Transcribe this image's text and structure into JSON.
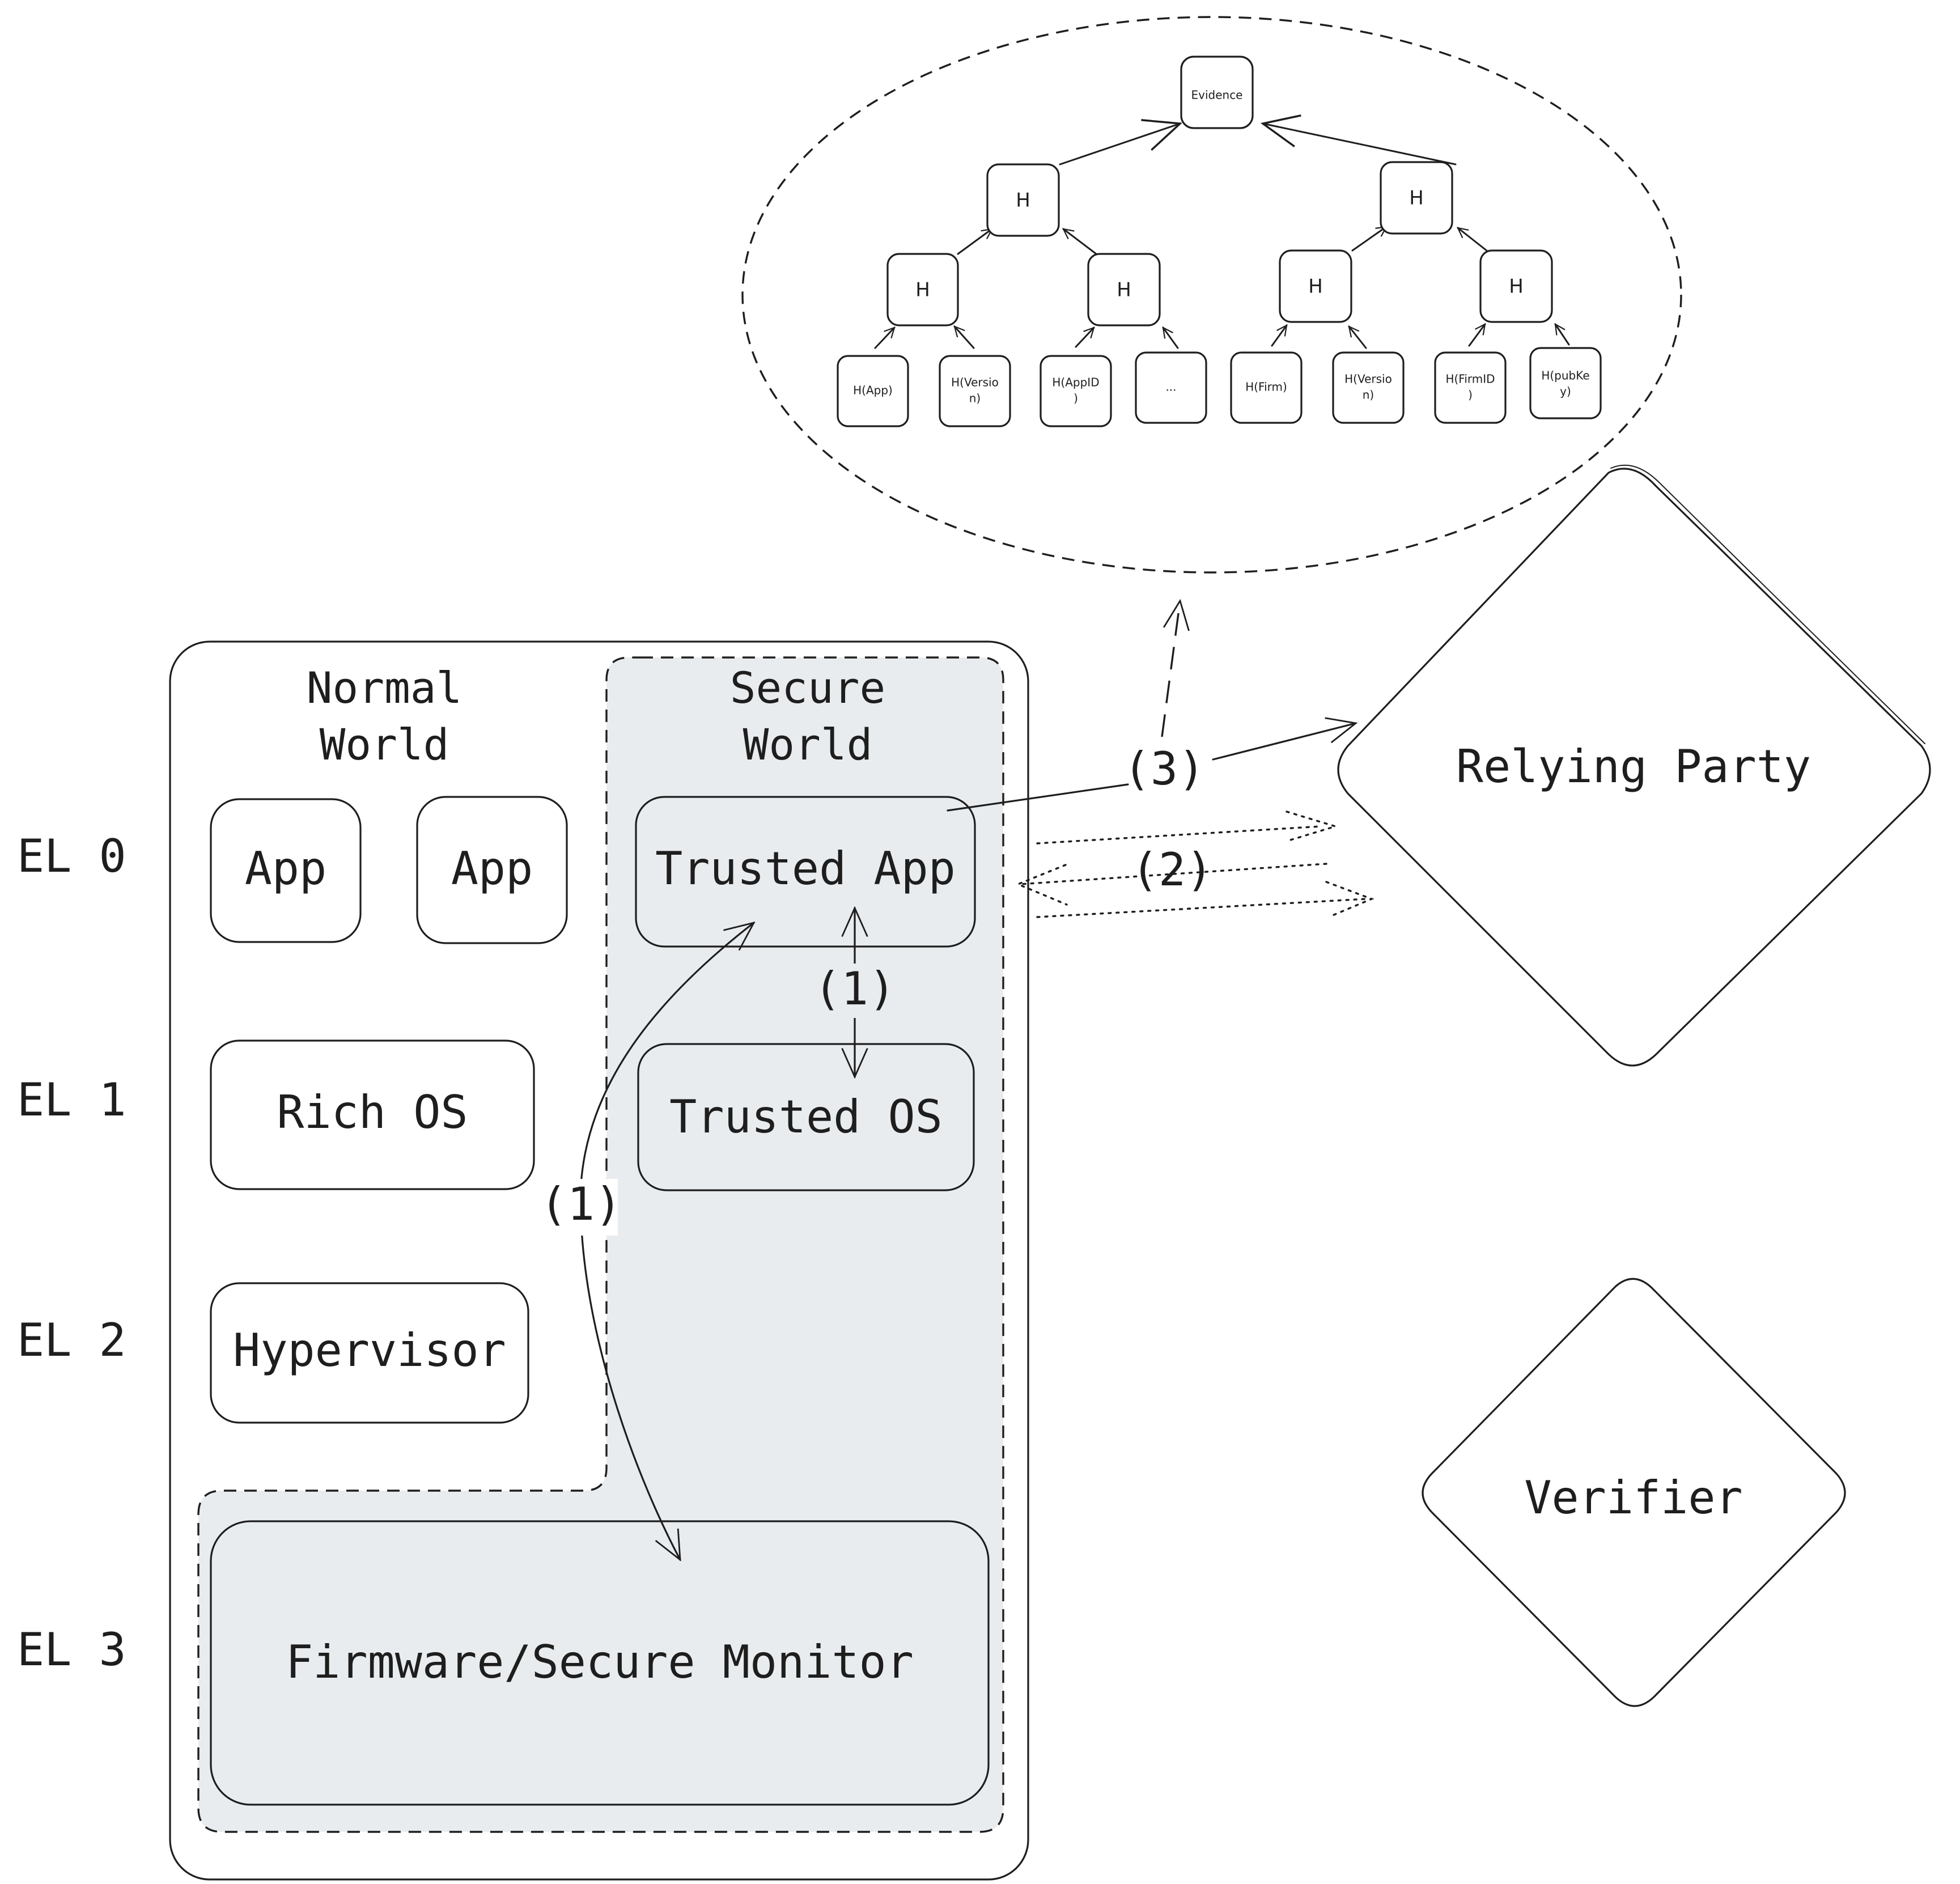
{
  "levels": [
    "EL 0",
    "EL 1",
    "EL 2",
    "EL 3"
  ],
  "normal_world": {
    "title_line1": "Normal",
    "title_line2": "World",
    "app1": "App",
    "app2": "App",
    "rich_os": "Rich OS",
    "hypervisor": "Hypervisor"
  },
  "secure_world": {
    "title_line1": "Secure",
    "title_line2": "World",
    "trusted_app": "Trusted App",
    "trusted_os": "Trusted OS"
  },
  "firmware": "Firmware/Secure Monitor",
  "relying_party": "Relying Party",
  "verifier": "Verifier",
  "steps": {
    "step1_left": "(1)",
    "step1_right": "(1)",
    "step2": "(2)",
    "step3": "(3)"
  },
  "evidence_tree": {
    "root": "Evidence",
    "level1": [
      "H",
      "H"
    ],
    "level2": [
      "H",
      "H",
      "H",
      "H"
    ],
    "leaves": [
      {
        "l1": "H(App)",
        "l2": ""
      },
      {
        "l1": "H(Versio",
        "l2": "n)"
      },
      {
        "l1": "H(AppID",
        "l2": ")"
      },
      {
        "l1": "...",
        "l2": ""
      },
      {
        "l1": "H(Firm)",
        "l2": ""
      },
      {
        "l1": "H(Versio",
        "l2": "n)"
      },
      {
        "l1": "H(FirmID",
        "l2": ")"
      },
      {
        "l1": "H(pubKe",
        "l2": "y)"
      }
    ]
  }
}
